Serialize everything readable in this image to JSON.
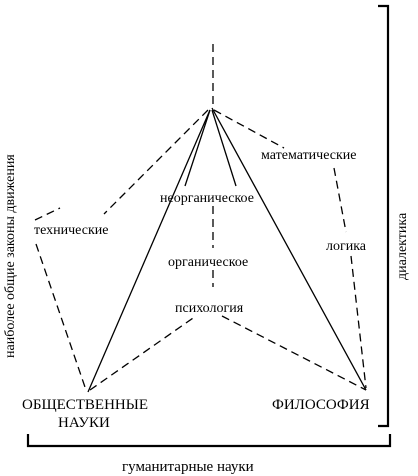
{
  "labels": {
    "technical": "технические",
    "mathematical": "математические",
    "inorganic": "неорганическое",
    "organic": "органическое",
    "psychology": "психология",
    "logic": "логика",
    "social_line1": "ОБЩЕСТВЕННЫЕ",
    "social_line2": "НАУКИ",
    "philosophy": "ФИЛОСОФИЯ",
    "humanities": "гуманитарные науки",
    "dialectics": "диалектика",
    "general_laws": "наиболее общие законы движения"
  }
}
